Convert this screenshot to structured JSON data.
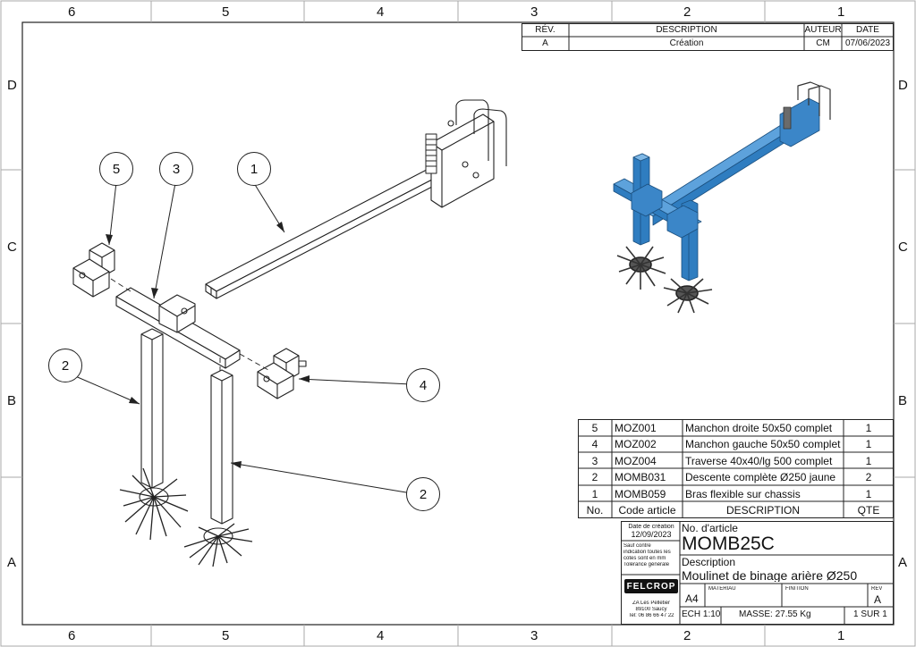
{
  "frame": {
    "cols": [
      "6",
      "5",
      "4",
      "3",
      "2",
      "1"
    ],
    "rows": [
      "D",
      "C",
      "B",
      "A"
    ]
  },
  "revision": {
    "headers": [
      "RÉV.",
      "DESCRIPTION",
      "AUTEUR",
      "DATE"
    ],
    "row": [
      "A",
      "Création",
      "CM",
      "07/06/2023"
    ]
  },
  "balloons": [
    "1",
    "2",
    "2",
    "3",
    "4",
    "5"
  ],
  "bom": {
    "rows": [
      {
        "no": "5",
        "code": "MOZ001",
        "desc": "Manchon droite 50x50 complet",
        "qty": "1"
      },
      {
        "no": "4",
        "code": "MOZ002",
        "desc": "Manchon gauche 50x50 complet",
        "qty": "1"
      },
      {
        "no": "3",
        "code": "MOZ004",
        "desc": "Traverse 40x40/lg 500 complet",
        "qty": "1"
      },
      {
        "no": "2",
        "code": "MOMB031",
        "desc": "Descente complète Ø250 jaune",
        "qty": "2"
      },
      {
        "no": "1",
        "code": "MOMB059",
        "desc": "Bras flexible sur chassis",
        "qty": "1"
      }
    ],
    "header": {
      "no": "No.",
      "code": "Code article",
      "desc": "DESCRIPTION",
      "qty": "QTE"
    }
  },
  "title_block": {
    "date_label": "Date de création",
    "date_value": "12/09/2023",
    "note_1": "Sauf contre",
    "note_2": "indication toutes les",
    "note_3": "cotes sont en mm",
    "note_4": "Tolérance générale",
    "article_label": "No. d'article",
    "article_value": "MOMB25C",
    "description_label": "Description",
    "description_value": "Moulinet de binage arière Ø250",
    "logo_text": "FELCROP",
    "company_addr_1": "ZA Les Pelletier",
    "company_addr_2": "89100 Saucy",
    "company_tel": "Tel: 06 86 66 47 22",
    "format": "A4",
    "material_label": "MATERIAU",
    "finish_label": "FINITION",
    "rev_label": "REV",
    "rev_value": "A",
    "scale": "ECH 1:10",
    "mass": "MASSE: 27.55 Kg",
    "sheet": "1 SUR 1"
  },
  "colors": {
    "accent_blue": "#2f7dc0",
    "line": "#222222"
  }
}
